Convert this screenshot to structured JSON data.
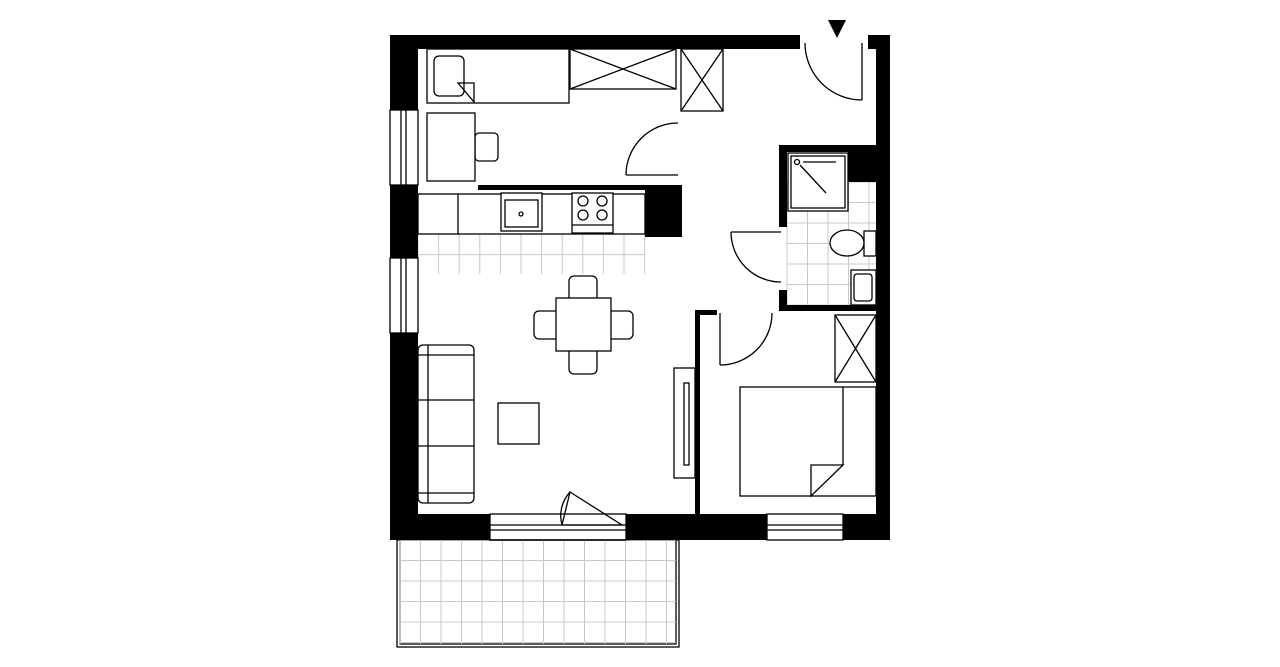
{
  "plan": {
    "rooms": [
      "bedroom-office",
      "kitchen",
      "living-room",
      "hallway",
      "bathroom",
      "bedroom",
      "balcony"
    ],
    "colors": {
      "wall": "#000000",
      "tile": "#c8c8c8",
      "background": "#ffffff"
    },
    "entrance_marker": "triangle-down-icon"
  }
}
